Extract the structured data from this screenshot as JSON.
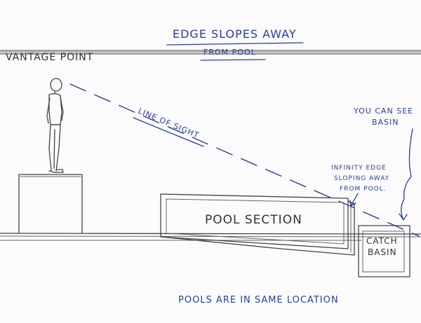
{
  "header": {
    "line1": "EDGE SLOPES AWAY",
    "line2": "FROM POOL"
  },
  "labels": {
    "vantage_point": "VANTAGE POINT",
    "line_of_sight": "LINE OF SIGHT",
    "you_can_see_1": "YOU CAN SEE",
    "you_can_see_2": "BASIN",
    "infinity_1": "INFINITY EDGE",
    "infinity_2": "SLOPING AWAY",
    "infinity_3": "FROM POOL.",
    "pool_section": "POOL SECTION",
    "catch_1": "CATCH",
    "catch_2": "BASIN",
    "footer": "POOLS ARE IN SAME LOCATION"
  },
  "colors": {
    "ink": "#2a3f9a",
    "pencil": "#444444",
    "paper": "#fbfbfb",
    "scan_band": "#9c9c9c"
  }
}
